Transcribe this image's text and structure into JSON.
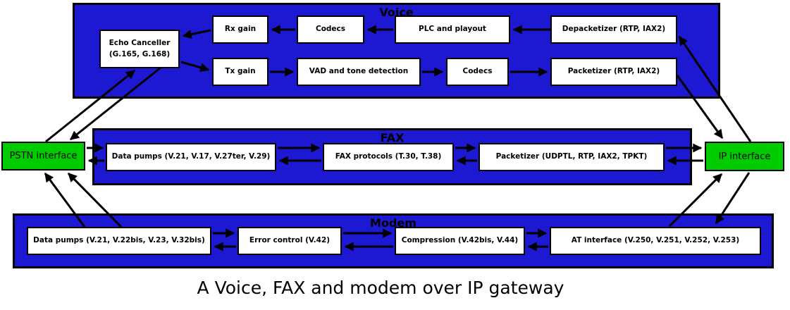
{
  "caption": "A Voice, FAX and modem over IP gateway",
  "colors": {
    "section_blue": "#1d18d1",
    "interface_green": "#00cc00",
    "node_white": "#ffffff",
    "line_black": "#000000"
  },
  "interfaces": {
    "pstn": {
      "label": "PSTN interface"
    },
    "ip": {
      "label": "IP interface"
    }
  },
  "sections": {
    "voice": {
      "title": "Voice",
      "nodes": {
        "echo_canceller": "Echo Canceller (G.165, G.168)",
        "rx_gain": "Rx gain",
        "codecs_rx": "Codecs",
        "plc_playout": "PLC and playout",
        "depacketizer": "Depacketizer (RTP, IAX2)",
        "tx_gain": "Tx gain",
        "vad": "VAD and tone detection",
        "codecs_tx": "Codecs",
        "packetizer": "Packetizer (RTP, IAX2)"
      }
    },
    "fax": {
      "title": "FAX",
      "nodes": {
        "data_pumps": "Data pumps (V.21, V.17, V.27ter, V.29)",
        "protocols": "FAX protocols (T.30, T.38)",
        "packetizer": "Packetizer (UDPTL, RTP, IAX2, TPKT)"
      }
    },
    "modem": {
      "title": "Modem",
      "nodes": {
        "data_pumps": "Data pumps (V.21, V.22bis, V.23, V.32bis)",
        "error_control": "Error control (V.42)",
        "compression": "Compression (V.42bis, V.44)",
        "at_interface": "AT interface (V.250, V.251, V.252, V.253)"
      }
    }
  }
}
